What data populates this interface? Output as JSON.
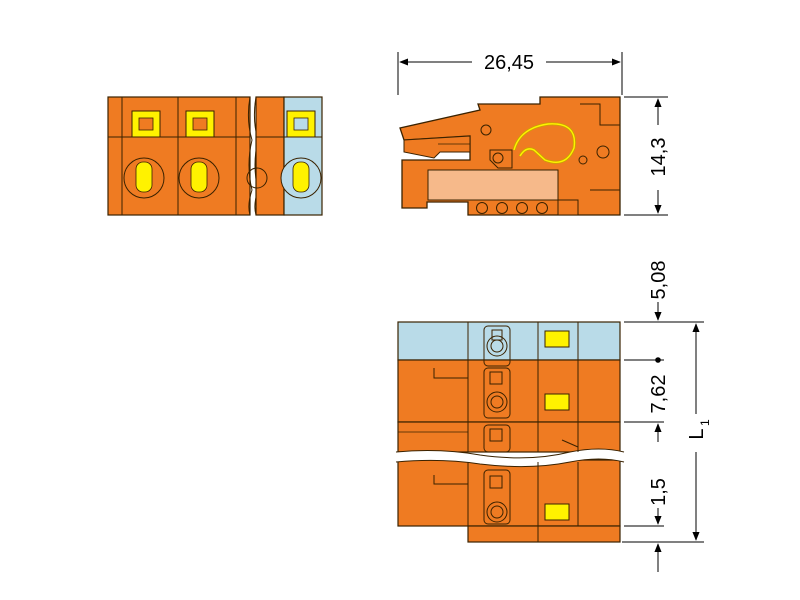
{
  "colors": {
    "housing": "#ef7b22",
    "housing_dark": "#c85d10",
    "end_plate": "#b9dbe8",
    "marker": "#fff200",
    "inner": "#f6b98a",
    "outline": "#3a2200",
    "line": "#000000"
  },
  "dimensions": {
    "length": "26,45",
    "height": "14,3",
    "offset": "5,08",
    "pitch": "7,62",
    "rib": "1,5",
    "total_length": "L",
    "total_length_sub": "1"
  }
}
